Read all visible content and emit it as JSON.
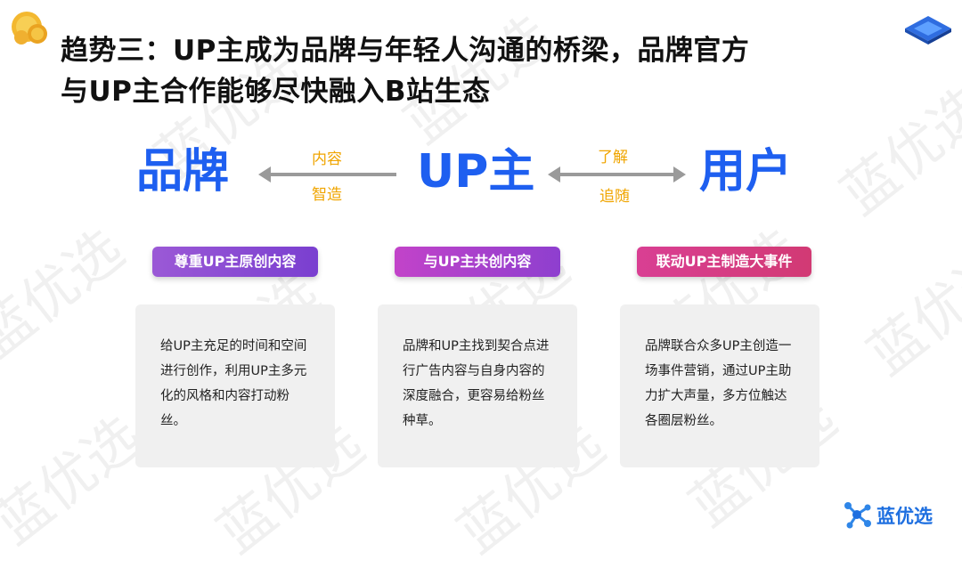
{
  "title": {
    "line1": "趋势三：UP主成为品牌与年轻人沟通的桥梁，品牌官方",
    "line2": "与UP主合作能够尽快融入B站生态"
  },
  "flow": {
    "brand": "品牌",
    "up": "UP主",
    "user": "用户",
    "arrow1_top": "内容",
    "arrow1_bottom": "智造",
    "arrow2_top": "了解",
    "arrow2_bottom": "追随"
  },
  "pillars": [
    {
      "label": "尊重UP主原创内容",
      "text": "给UP主充足的时间和空间进行创作，利用UP主多元化的风格和内容打动粉丝。"
    },
    {
      "label": "与UP主共创内容",
      "text": "品牌和UP主找到契合点进行广告内容与自身内容的深度融合，更容易给粉丝种草。"
    },
    {
      "label": "联动UP主制造大事件",
      "text": "品牌联合众多UP主创造一场事件营销，通过UP主助力扩大声量，多方位触达各圈层粉丝。"
    }
  ],
  "watermark": "蓝优选",
  "logo": {
    "text": "蓝优选"
  },
  "colors": {
    "accent": "#1e5ff0",
    "arrow_label": "#f0a500"
  }
}
